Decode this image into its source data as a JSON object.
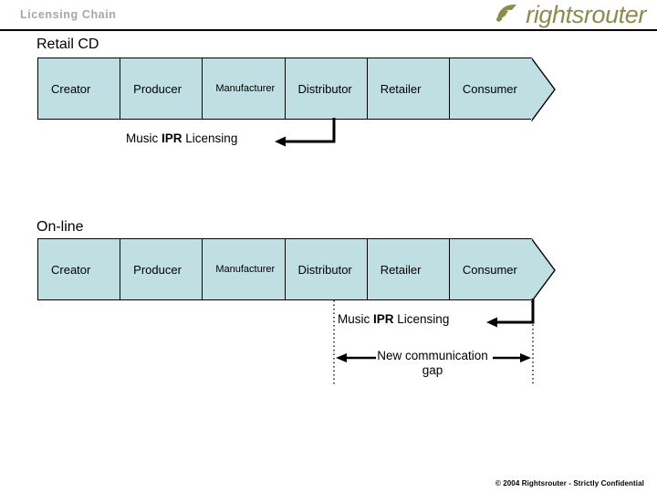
{
  "header": {
    "title": "Licensing Chain",
    "brand_name": "rightsrouter",
    "brand_icon": "swoosh-icon",
    "brand_color": "#8b8c4e",
    "rule_color": "#000000"
  },
  "theme": {
    "cell_fill": "#bfdfe2",
    "cell_border": "#000000",
    "title_gray": "#a6a6a6"
  },
  "sections": [
    {
      "id": "retail-cd",
      "heading": "Retail CD",
      "cells": [
        {
          "label": "Creator"
        },
        {
          "label": "Producer"
        },
        {
          "label": "Manufacturer",
          "small": true
        },
        {
          "label": "Distributor"
        },
        {
          "label": "Retailer"
        },
        {
          "label": "Consumer"
        }
      ],
      "annotation": {
        "prefix": "Music ",
        "emphasis": "IPR",
        "suffix": " Licensing"
      }
    },
    {
      "id": "online",
      "heading": "On-line",
      "cells": [
        {
          "label": "Creator"
        },
        {
          "label": "Producer"
        },
        {
          "label": "Manufacturer",
          "small": true
        },
        {
          "label": "Distributor"
        },
        {
          "label": "Retailer"
        },
        {
          "label": "Consumer"
        }
      ],
      "annotation": {
        "prefix": "Music ",
        "emphasis": "IPR",
        "suffix": " Licensing"
      }
    }
  ],
  "gap_annotation": {
    "line1": "New communication",
    "line2": "gap"
  },
  "footer": {
    "note": "© 2004 Rightsrouter - Strictly Confidential"
  }
}
